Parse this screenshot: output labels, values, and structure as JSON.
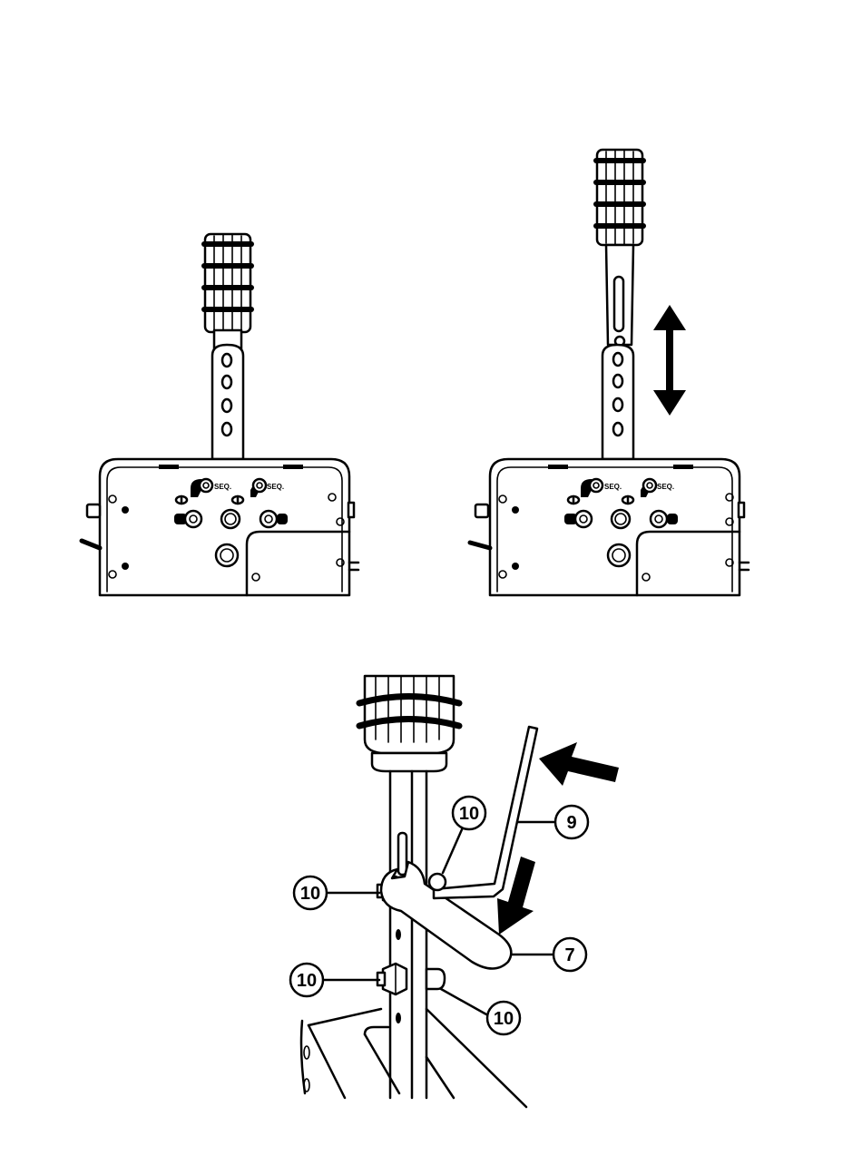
{
  "figure_top": {
    "left_unit": {
      "seq_labels": [
        "SEQ.",
        "SEQ."
      ]
    },
    "right_unit": {
      "seq_labels": [
        "SEQ.",
        "SEQ."
      ]
    }
  },
  "figure_bottom": {
    "callouts": [
      "10",
      "10",
      "10",
      "10",
      "9",
      "7"
    ]
  }
}
